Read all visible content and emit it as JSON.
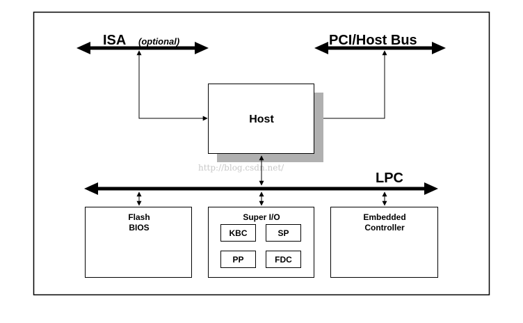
{
  "buses": {
    "isa": {
      "name": "ISA",
      "qualifier": "(optional)"
    },
    "pci": {
      "name": "PCI/Host Bus"
    },
    "lpc": {
      "name": "LPC"
    }
  },
  "host": {
    "label": "Host"
  },
  "flash_bios": {
    "line1": "Flash",
    "line2": "BIOS"
  },
  "super_io": {
    "label": "Super I/O",
    "blocks": {
      "kbc": "KBC",
      "sp": "SP",
      "pp": "PP",
      "fdc": "FDC"
    }
  },
  "embedded_controller": {
    "line1": "Embedded",
    "line2": "Controller"
  },
  "watermark": "http://blog.csdn.net/",
  "colors": {
    "stroke": "#000000",
    "shadow": "#b0b0b0",
    "watermark": "#c8c8c8"
  }
}
